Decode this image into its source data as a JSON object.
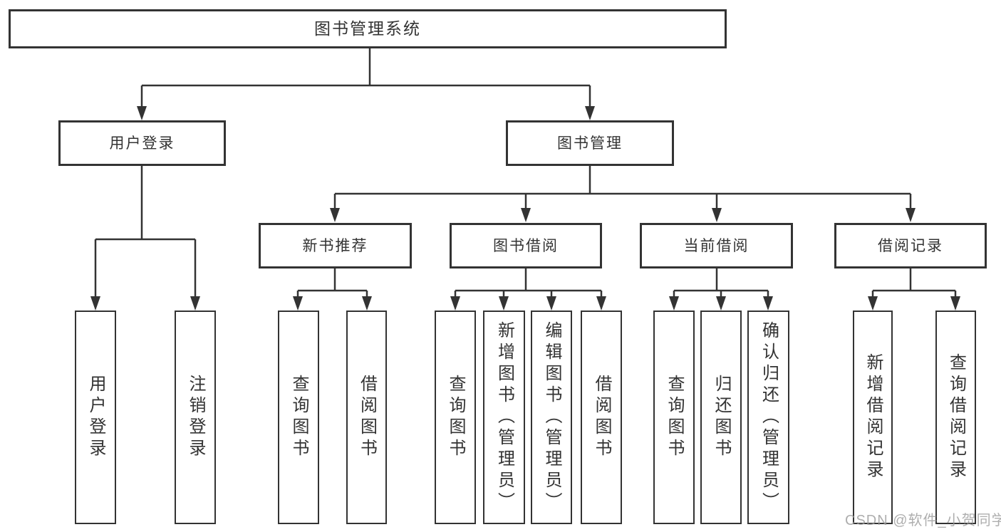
{
  "tree": {
    "label": "图书管理系统",
    "children": [
      {
        "label": "用户登录",
        "children": [
          {
            "label": "用户登录"
          },
          {
            "label": "注销登录"
          }
        ]
      },
      {
        "label": "图书管理",
        "children": [
          {
            "label": "新书推荐",
            "children": [
              {
                "label": "查询图书"
              },
              {
                "label": "借阅图书"
              }
            ]
          },
          {
            "label": "图书借阅",
            "children": [
              {
                "label": "查询图书"
              },
              {
                "label": "新增图书（管理员）"
              },
              {
                "label": "编辑图书（管理员）"
              },
              {
                "label": "借阅图书"
              }
            ]
          },
          {
            "label": "当前借阅",
            "children": [
              {
                "label": "查询图书"
              },
              {
                "label": "归还图书"
              },
              {
                "label": "确认归还（管理员）"
              }
            ]
          },
          {
            "label": "借阅记录",
            "children": [
              {
                "label": "新增借阅记录"
              },
              {
                "label": "查询借阅记录"
              }
            ]
          }
        ]
      }
    ]
  },
  "watermark": {
    "text": "CSDN @软件_小贺同学"
  },
  "colors": {
    "line": "#333333",
    "border": "#333333",
    "text": "#333333",
    "watermark": "#9a9a9a",
    "background": "#ffffff"
  }
}
